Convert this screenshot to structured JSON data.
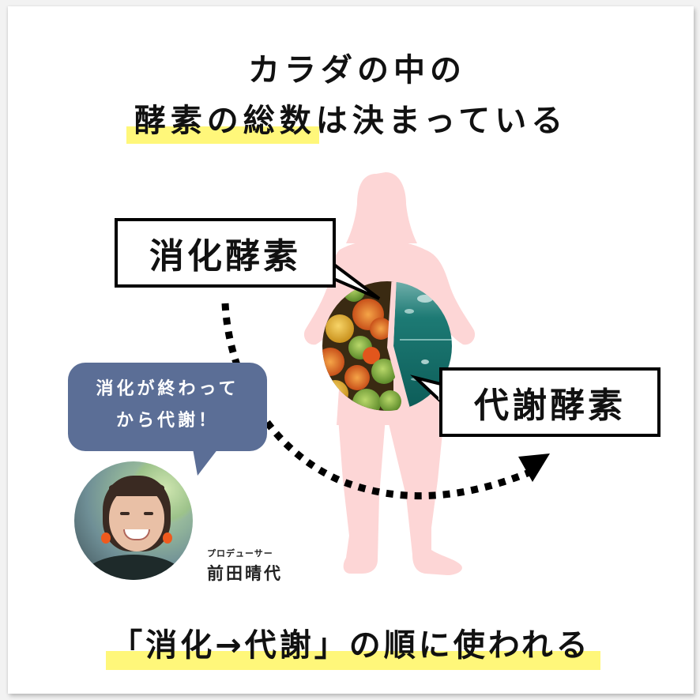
{
  "title": {
    "line1": "カラダの中の",
    "line2_highlight": "酵素の総数",
    "line2_rest": "は決まっている"
  },
  "labels": {
    "digestive_enzyme": "消化酵素",
    "metabolic_enzyme": "代謝酵素"
  },
  "speech_bubble": {
    "line1": "消化が終わって",
    "line2": "から代謝！"
  },
  "person": {
    "role": "プロデューサー",
    "name": "前田晴代"
  },
  "conclusion": {
    "highlight": "「消化→代謝」の順に使われる"
  },
  "colors": {
    "highlight_yellow": "#fff77a",
    "silhouette_pink": "#fdd6d6",
    "bubble_blue": "#5b6e96",
    "text_black": "#111111",
    "teal": "#0f6a66"
  },
  "icons": {
    "silhouette": "woman-silhouette-icon",
    "arrow": "dotted-curved-arrow-icon",
    "enzyme_circle": "split-circle-photo"
  }
}
